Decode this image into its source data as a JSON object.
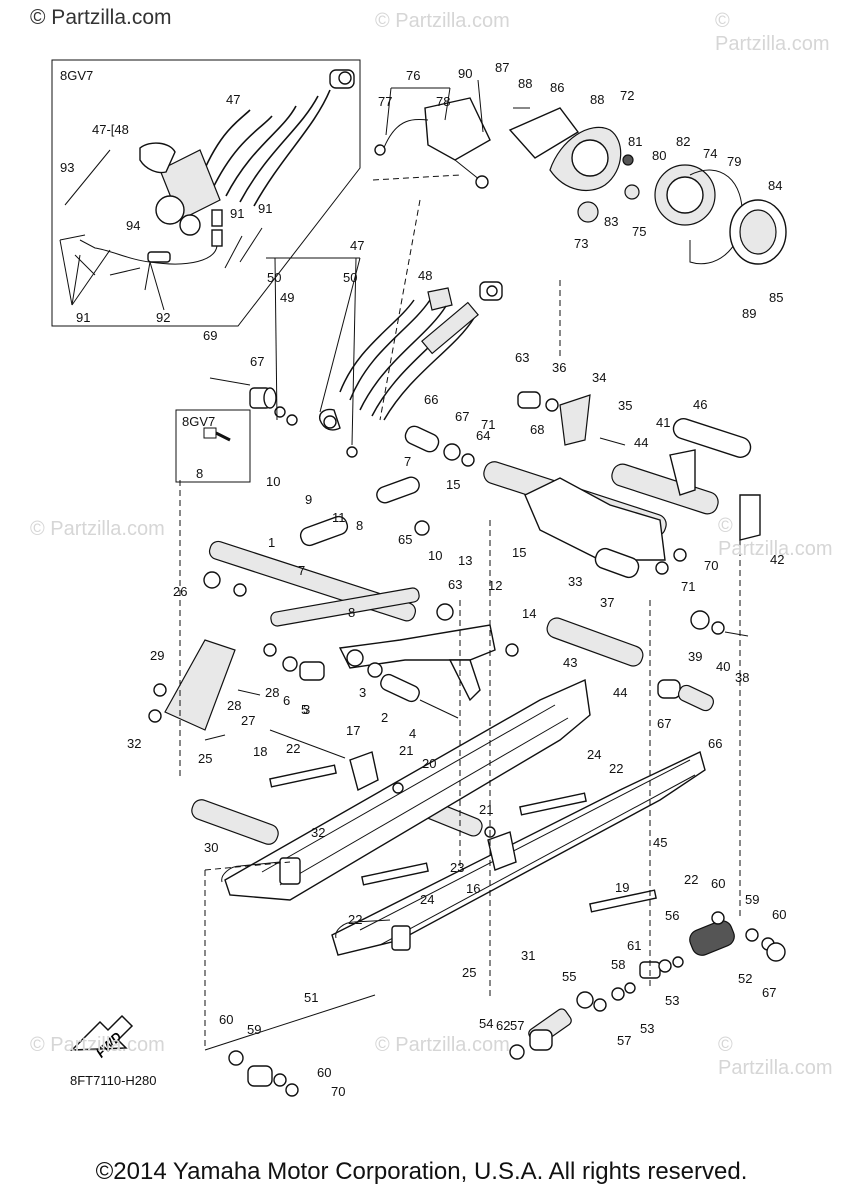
{
  "watermark_top": "© Partzilla.com",
  "watermarks": [
    "© Partzilla.com",
    "© Partzilla.com",
    "© Partzilla.com",
    "© Partzilla.com",
    "© Partzilla.com",
    "© Partzilla.com",
    "© Partzilla.com"
  ],
  "inset": {
    "model_label": "8GV7",
    "parts": [
      "47",
      "48",
      "93",
      "94",
      "91",
      "91",
      "91",
      "92"
    ],
    "ref_label": "47-[48"
  },
  "bolt_inset": {
    "model_label": "8GV7",
    "part": "8"
  },
  "diagram_code": "8FT7110-H280",
  "fwd_label": "FWD",
  "footer": "©2014 Yamaha Motor Corporation, U.S.A. All rights reserved.",
  "callouts": [
    "76",
    "77",
    "78",
    "90",
    "87",
    "88",
    "86",
    "88",
    "72",
    "81",
    "80",
    "82",
    "74",
    "79",
    "84",
    "73",
    "83",
    "75",
    "85",
    "89",
    "47",
    "50",
    "49",
    "50",
    "48",
    "69",
    "67",
    "63",
    "36",
    "34",
    "35",
    "41",
    "46",
    "66",
    "67",
    "71",
    "64",
    "68",
    "44",
    "42",
    "8",
    "9",
    "10",
    "11",
    "7",
    "7",
    "8",
    "10",
    "65",
    "15",
    "13",
    "15",
    "12",
    "33",
    "37",
    "70",
    "71",
    "1",
    "26",
    "29",
    "28",
    "6",
    "5",
    "3",
    "3",
    "2",
    "4",
    "63",
    "14",
    "43",
    "44",
    "39",
    "40",
    "38",
    "28",
    "27",
    "32",
    "18",
    "17",
    "25",
    "22",
    "21",
    "20",
    "30",
    "32",
    "24",
    "22",
    "67",
    "66",
    "45",
    "23",
    "16",
    "21",
    "19",
    "22",
    "60",
    "59",
    "60",
    "22",
    "24",
    "31",
    "25",
    "56",
    "61",
    "58",
    "55",
    "57",
    "62",
    "54",
    "53",
    "53",
    "57",
    "52",
    "67",
    "51",
    "60",
    "59",
    "60",
    "70"
  ]
}
